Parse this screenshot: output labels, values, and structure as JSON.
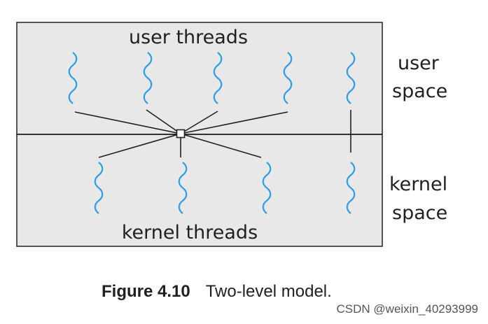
{
  "diagram": {
    "top_label": "user threads",
    "bottom_label": "kernel threads",
    "user_space_label": [
      "user",
      "space"
    ],
    "kernel_space_label": [
      "kernel",
      "space"
    ],
    "colors": {
      "panel_fill": "#e8e8e8",
      "panel_stroke": "#231f20",
      "thread": "#2b9ee6",
      "line": "#231f20"
    },
    "user_thread_count": 5,
    "kernel_thread_count": 4,
    "multiplexed_user_threads": 4,
    "multiplexed_kernel_threads": 3,
    "bound_pair": {
      "user_thread": 5,
      "kernel_thread": 4
    }
  },
  "caption": {
    "figure_number": "Figure 4.10",
    "title": "Two-level model."
  },
  "watermark": "CSDN @weixin_40293999"
}
